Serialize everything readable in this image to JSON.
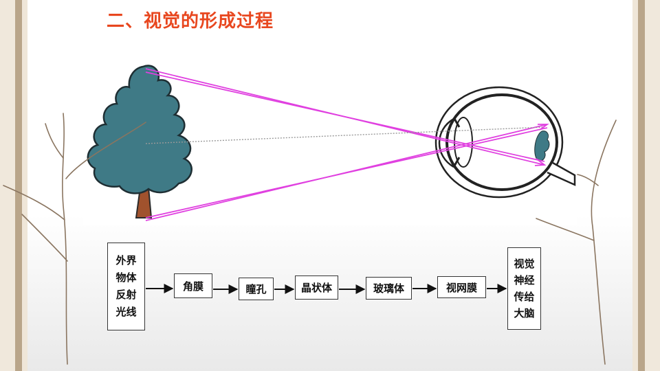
{
  "title": "二、视觉的形成过程",
  "flow": {
    "source_lines": [
      "外界",
      "物体",
      "反射",
      "光线"
    ],
    "steps": [
      "角膜",
      "瞳孔",
      "晶状体",
      "玻璃体",
      "视网膜"
    ],
    "end_lines": [
      "视觉",
      "神经",
      "传给",
      "大脑"
    ]
  },
  "colors": {
    "title": "#e8471f",
    "light_ray": "#e040e0",
    "tree_crown": "#3f7a86",
    "tree_trunk": "#a0522d"
  }
}
